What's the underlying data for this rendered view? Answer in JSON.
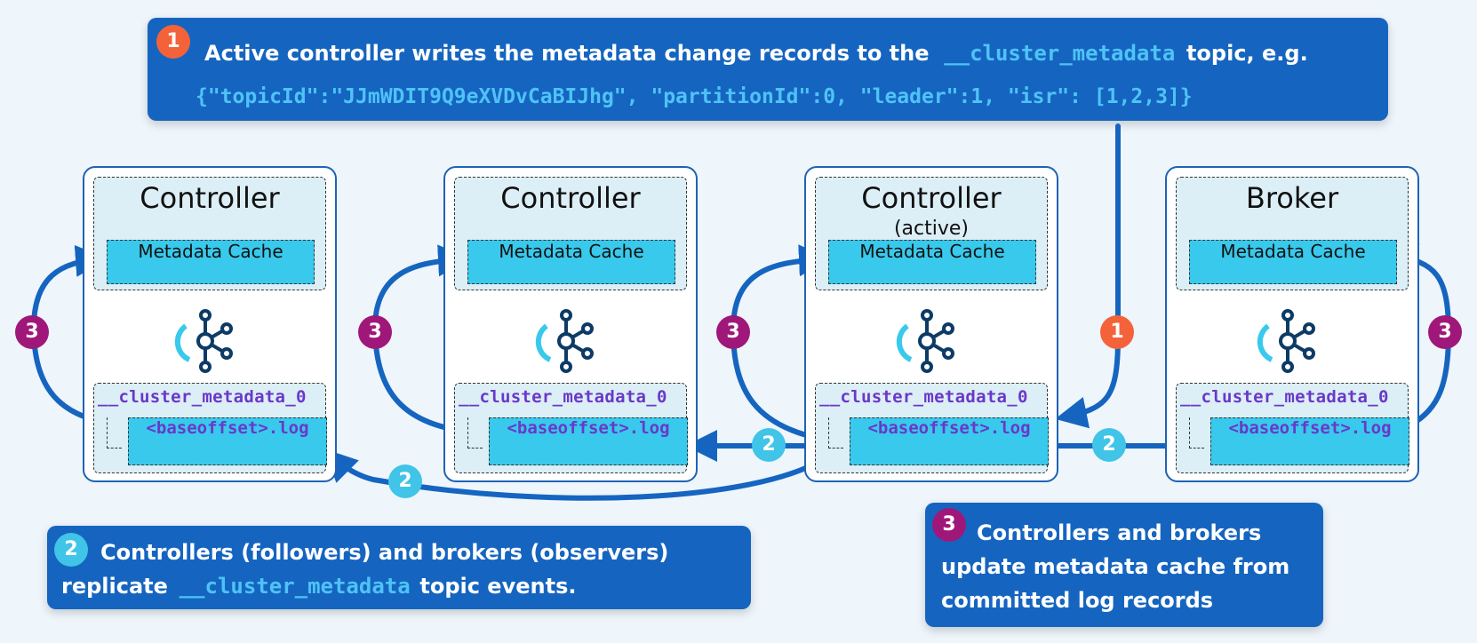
{
  "callout_top": {
    "badge": "1",
    "text_before": "Active controller writes the metadata change records to the",
    "topic": "__cluster_metadata",
    "text_after": "topic, e.g.",
    "example": "{\"topicId\":\"JJmWDIT9Q9eXVDvCaBIJhg\", \"partitionId\":0, \"leader\":1, \"isr\": [1,2,3]}"
  },
  "nodes": [
    {
      "title": "Controller",
      "subtitle": "",
      "cache": "Metadata Cache",
      "topic": "__cluster_metadata_0",
      "log": "<baseoffset>.log"
    },
    {
      "title": "Controller",
      "subtitle": "",
      "cache": "Metadata Cache",
      "topic": "__cluster_metadata_0",
      "log": "<baseoffset>.log"
    },
    {
      "title": "Controller",
      "subtitle": "(active)",
      "cache": "Metadata Cache",
      "topic": "__cluster_metadata_0",
      "log": "<baseoffset>.log"
    },
    {
      "title": "Broker",
      "subtitle": "",
      "cache": "Metadata Cache",
      "topic": "__cluster_metadata_0",
      "log": "<baseoffset>.log"
    }
  ],
  "step_badges": {
    "one": "1",
    "two": "2",
    "three": "3"
  },
  "callout_left": {
    "badge": "2",
    "line1": "Controllers (followers) and brokers (observers)",
    "line2_before": "replicate",
    "topic": "__cluster_metadata",
    "line2_after": "topic events."
  },
  "callout_right": {
    "badge": "3",
    "line1": "Controllers and brokers",
    "line2": "update metadata cache from",
    "line3": "committed log records"
  },
  "colors": {
    "primary": "#1565c0",
    "cyan": "#38c9ec",
    "orange": "#f4623a",
    "magenta": "#a0177a",
    "purple": "#6a38c9",
    "arrow": "#1565c0"
  }
}
